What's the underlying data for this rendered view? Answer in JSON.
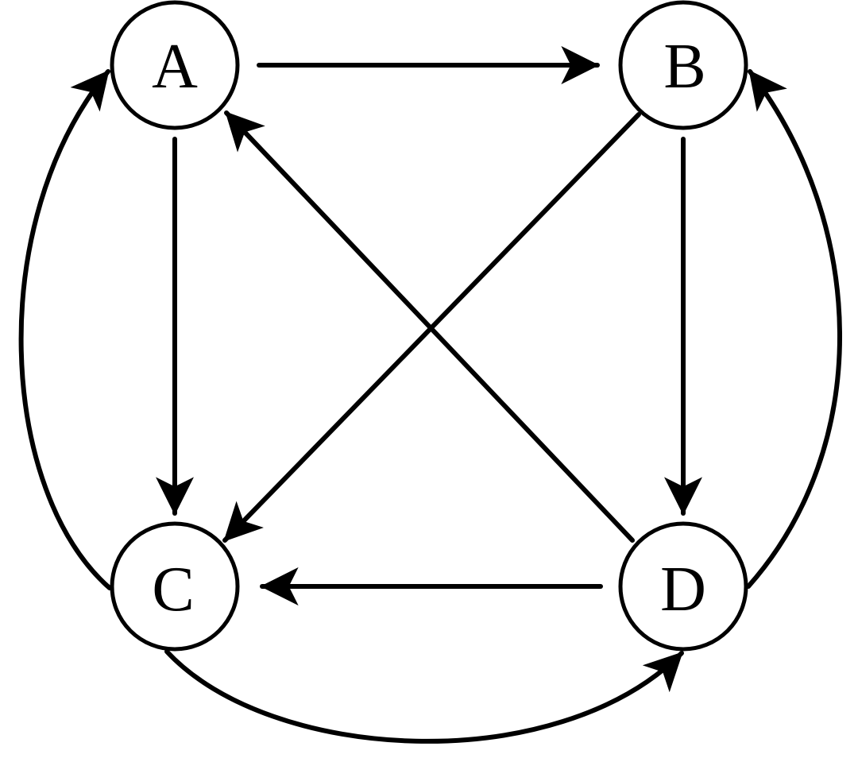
{
  "diagram": {
    "colors": {
      "stroke": "#000000",
      "node_fill": "#ffffff",
      "background": "#ffffff"
    },
    "nodes": [
      {
        "id": "A",
        "label": "A"
      },
      {
        "id": "B",
        "label": "B"
      },
      {
        "id": "C",
        "label": "C"
      },
      {
        "id": "D",
        "label": "D"
      }
    ],
    "edges": [
      {
        "from": "A",
        "to": "B"
      },
      {
        "from": "A",
        "to": "C"
      },
      {
        "from": "B",
        "to": "D"
      },
      {
        "from": "B",
        "to": "C"
      },
      {
        "from": "D",
        "to": "A"
      },
      {
        "from": "D",
        "to": "C"
      },
      {
        "from": "C",
        "to": "A"
      },
      {
        "from": "D",
        "to": "B"
      },
      {
        "from": "C",
        "to": "D"
      }
    ]
  }
}
